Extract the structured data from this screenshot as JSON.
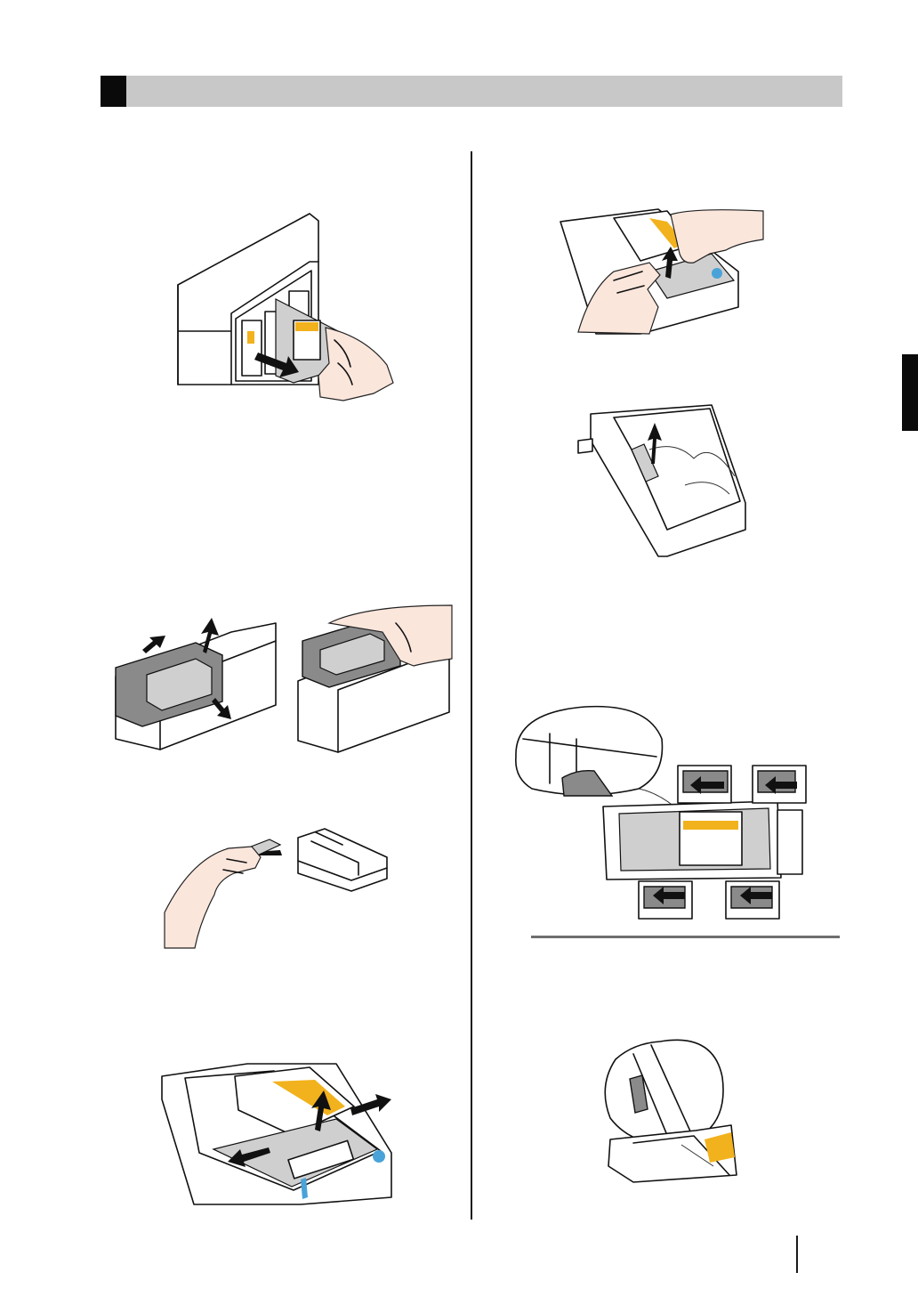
{
  "page": {
    "header": {
      "title": ""
    },
    "figures": [
      {
        "id": "remove-cartridge",
        "icon": "ink-cartridge-unit-drawing"
      },
      {
        "id": "open-cover",
        "icon": "cover-lift-drawing"
      },
      {
        "id": "remove-chip",
        "icon": "hand-chip-drawing"
      },
      {
        "id": "remove-ink-bag",
        "icon": "ink-bag-drawing"
      },
      {
        "id": "peel-label",
        "icon": "label-hands-drawing"
      },
      {
        "id": "lift-bag",
        "icon": "bag-lift-drawing"
      },
      {
        "id": "insert-new-bag",
        "icon": "bag-insert-detail-drawing"
      },
      {
        "id": "check-tab",
        "icon": "tab-detail-drawing"
      }
    ]
  }
}
